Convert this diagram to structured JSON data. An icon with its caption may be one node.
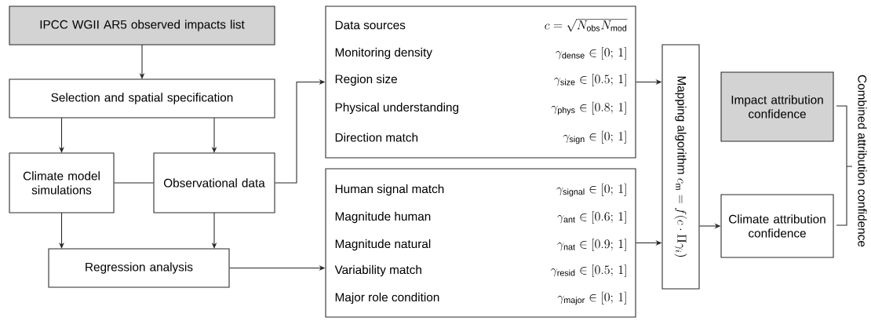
{
  "diagram": {
    "nodes": [
      {
        "text": [
          "IPCC WGII AR5 observed impacts list"
        ]
      },
      {
        "text": [
          "Selection and spatial specification"
        ]
      },
      {
        "text": [
          "Climate model simulations"
        ]
      },
      {
        "text": [
          "Observational data"
        ]
      },
      {
        "text": [
          "Regression analysis"
        ]
      },
      {
        "text": [
          "Data sources",
          "c = \\sqrt{N_\\mathrm{obs}N_\\mathrm{mod}}",
          "Monitoring density",
          "\\gamma_\\mathrm{dense} \\in [0;\\,1]",
          "Region size",
          "\\gamma_\\mathrm{size} \\in [0.5;\\,1]",
          "Physical understanding",
          "\\gamma_\\mathrm{phys} \\in [0.8;\\,1]",
          "Direction match",
          "\\gamma_\\mathrm{sign} \\in [0;\\,1]"
        ]
      },
      {
        "text": [
          "Human signal match",
          "\\gamma_\\mathrm{signal} \\in [0;\\,1]",
          "Magnitude human",
          "\\gamma_\\mathrm{ant} \\in [0.6;\\,1]",
          "Magnitude natural",
          "\\gamma_\\mathrm{nat} \\in [0.9;\\,1]",
          "Variability match",
          "\\gamma_\\mathrm{resid} \\in [0.5;\\,1]",
          "Major role condition",
          "\\gamma_\\mathrm{major} \\in [0;\\,1]"
        ]
      },
      {
        "text": [
          "Mapping algorithm",
          "c_\\mathrm{m} = f(c \\cdot \\Pi\\gamma_i)"
        ]
      },
      {
        "text": [
          "Impact attribution confidence"
        ]
      },
      {
        "text": [
          "Climate attribution confidence"
        ]
      }
    ],
    "edges": [
      {
        "from": 0,
        "to": 1,
        "arrow": "to"
      },
      {
        "from": 1,
        "to": 2,
        "arrow": "to"
      },
      {
        "from": 1,
        "to": 3,
        "arrow": "to"
      },
      {
        "from": 2,
        "to": 3,
        "arrow": "none"
      },
      {
        "from": 3,
        "to": 5,
        "arrow": "to"
      },
      {
        "from": 2,
        "to": 4,
        "arrow": "to"
      },
      {
        "from": 3,
        "to": 4,
        "arrow": "to"
      },
      {
        "from": 4,
        "to": 6,
        "arrow": "to"
      },
      {
        "from": 5,
        "to": 7,
        "arrow": "to"
      },
      {
        "from": 6,
        "to": 7,
        "arrow": "to"
      },
      {
        "from": 7,
        "to": 9,
        "arrow": "to"
      }
    ],
    "labels": [
      "Combined attribution confidence"
    ]
  }
}
